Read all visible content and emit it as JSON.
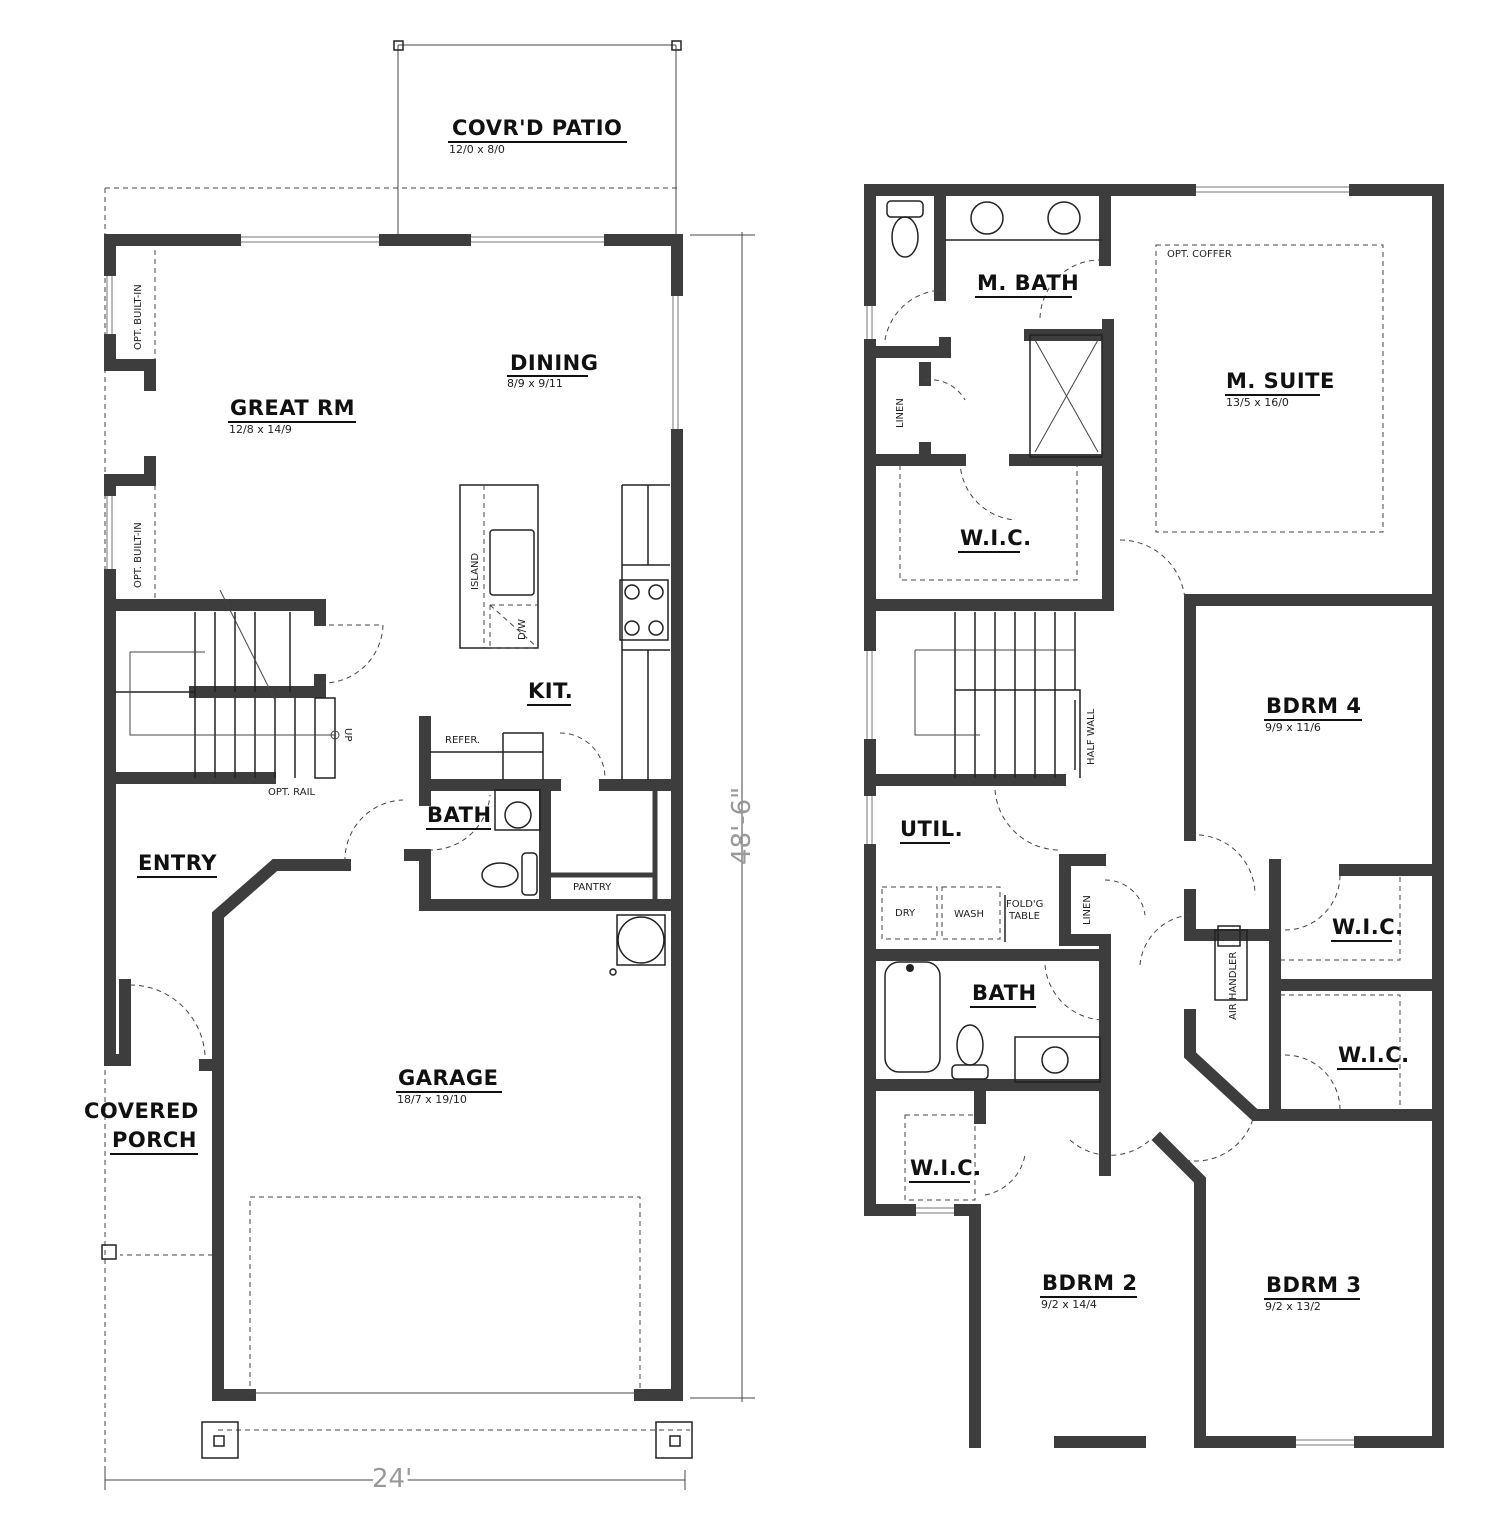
{
  "first_floor": {
    "rooms": [
      {
        "name": "COVR'D PATIO",
        "dims": "12/0 x 8/0"
      },
      {
        "name": "DINING",
        "dims": "8/9 x 9/11"
      },
      {
        "name": "GREAT RM",
        "dims": "12/8 x 14/9"
      },
      {
        "name": "KIT.",
        "dims": ""
      },
      {
        "name": "BATH",
        "dims": ""
      },
      {
        "name": "ENTRY",
        "dims": ""
      },
      {
        "name": "GARAGE",
        "dims": "18/7 x 19/10"
      },
      {
        "name": "COVERED",
        "dims": ""
      },
      {
        "name": "PORCH",
        "dims": ""
      }
    ],
    "notes": {
      "built_in_1": "OPT. BUILT-IN",
      "built_in_2": "OPT. BUILT-IN",
      "island": "ISLAND",
      "dw": "D/W",
      "refer": "REFER.",
      "pantry": "PANTRY",
      "opt_rail": "OPT. RAIL",
      "up": "UP"
    },
    "dimensions": {
      "depth": "48'-6\"",
      "width": "24'"
    }
  },
  "second_floor": {
    "rooms": [
      {
        "name": "M. BATH",
        "dims": ""
      },
      {
        "name": "M. SUITE",
        "dims": "13/5 x 16/0"
      },
      {
        "name": "W.I.C.",
        "dims": ""
      },
      {
        "name": "BDRM 4",
        "dims": "9/9 x 11/6"
      },
      {
        "name": "UTIL.",
        "dims": ""
      },
      {
        "name": "W.I.C.",
        "dims": ""
      },
      {
        "name": "BATH",
        "dims": ""
      },
      {
        "name": "W.I.C.",
        "dims": ""
      },
      {
        "name": "W.I.C.",
        "dims": ""
      },
      {
        "name": "BDRM 2",
        "dims": "9/2 x 14/4"
      },
      {
        "name": "BDRM 3",
        "dims": "9/2 x 13/2"
      }
    ],
    "notes": {
      "opt_coffer": "OPT. COFFER",
      "linen_1": "LINEN",
      "linen_2": "LINEN",
      "half_wall": "HALF WALL",
      "dry": "DRY",
      "wash": "WASH",
      "folding_1": "FOLD'G",
      "folding_2": "TABLE",
      "air_handler": "AIR HANDLER"
    }
  },
  "colors": {
    "wall": "#3d3d3d",
    "line": "#222222"
  }
}
